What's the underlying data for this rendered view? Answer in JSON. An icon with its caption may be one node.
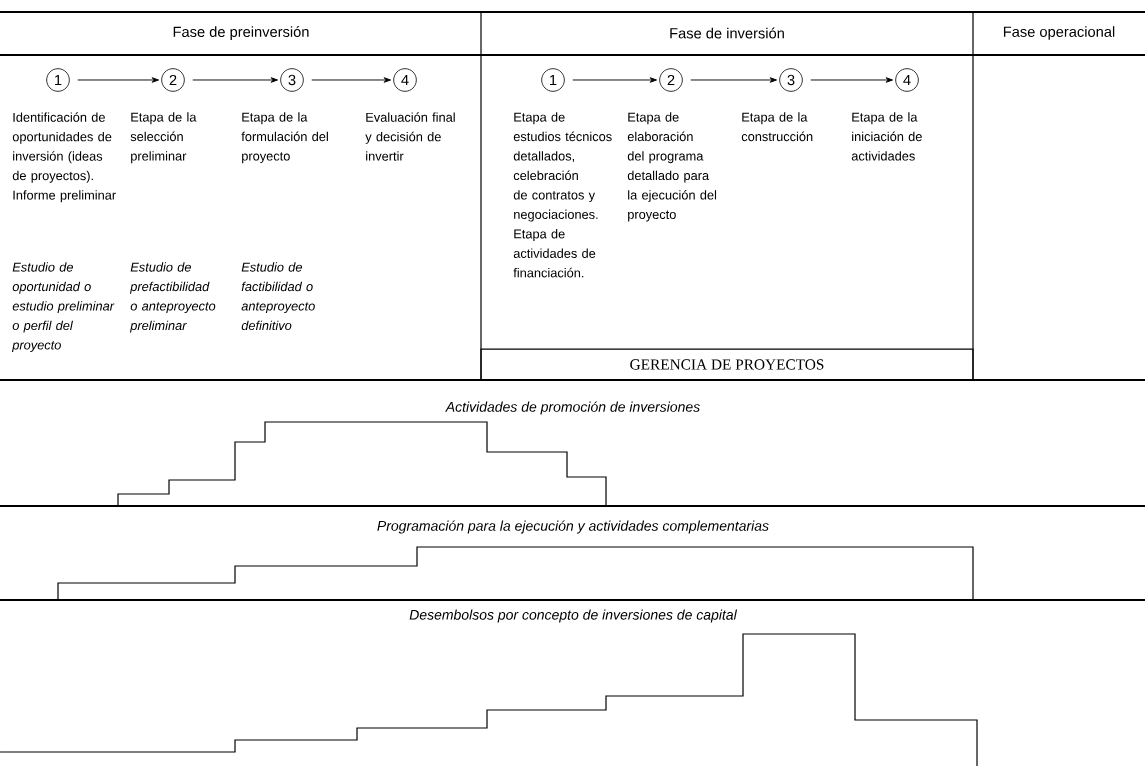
{
  "diagram": {
    "nodes": [
      {
        "text": [
          "1"
        ],
        "beside": [
          "Identificación de oportunidades de inversión (ideas de proyectos). Informe preliminar"
        ]
      },
      {
        "text": [
          "2"
        ],
        "beside": [
          "Etapa de la selección preliminar"
        ]
      },
      {
        "text": [
          "3"
        ],
        "beside": [
          "Etapa de la formulación del proyecto"
        ]
      },
      {
        "text": [
          "4"
        ],
        "beside": [
          "Evaluación final y decisión de invertir"
        ]
      },
      {
        "text": [
          "1"
        ],
        "beside": [
          "Etapa de estudios técnicos detallados, celebración de contratos y negociaciones. Etapa de actividades de financiación."
        ]
      },
      {
        "text": [
          "2"
        ],
        "beside": [
          "Etapa de elaboración del programa detallado para la ejecución del proyecto"
        ]
      },
      {
        "text": [
          "3"
        ],
        "beside": [
          "Etapa de la construcción"
        ]
      },
      {
        "text": [
          "4"
        ],
        "beside": [
          "Etapa de la iniciación de actividades"
        ]
      },
      {
        "text": [
          "GERENCIA DE PROYECTOS"
        ]
      }
    ],
    "edges": [
      {
        "from": 0,
        "to": 1,
        "arrow": "to"
      },
      {
        "from": 1,
        "to": 2,
        "arrow": "to"
      },
      {
        "from": 2,
        "to": 3,
        "arrow": "to"
      },
      {
        "from": 4,
        "to": 5,
        "arrow": "to"
      },
      {
        "from": 5,
        "to": 6,
        "arrow": "to"
      },
      {
        "from": 6,
        "to": 7,
        "arrow": "to"
      }
    ],
    "labels": [
      "Fase de preinversión",
      "Fase de inversión",
      "Fase operacional",
      "Estudio de oportunidad o estudio preliminar o perfil del proyecto",
      "Estudio de prefactibilidad o anteproyecto preliminar",
      "Estudio de factibilidad o anteproyecto definitivo",
      "Actividades de promoción de inversiones",
      "Programación para la ejecución y actividades complementarias",
      "Desembolsos por concepto de inversiones de capital"
    ]
  }
}
